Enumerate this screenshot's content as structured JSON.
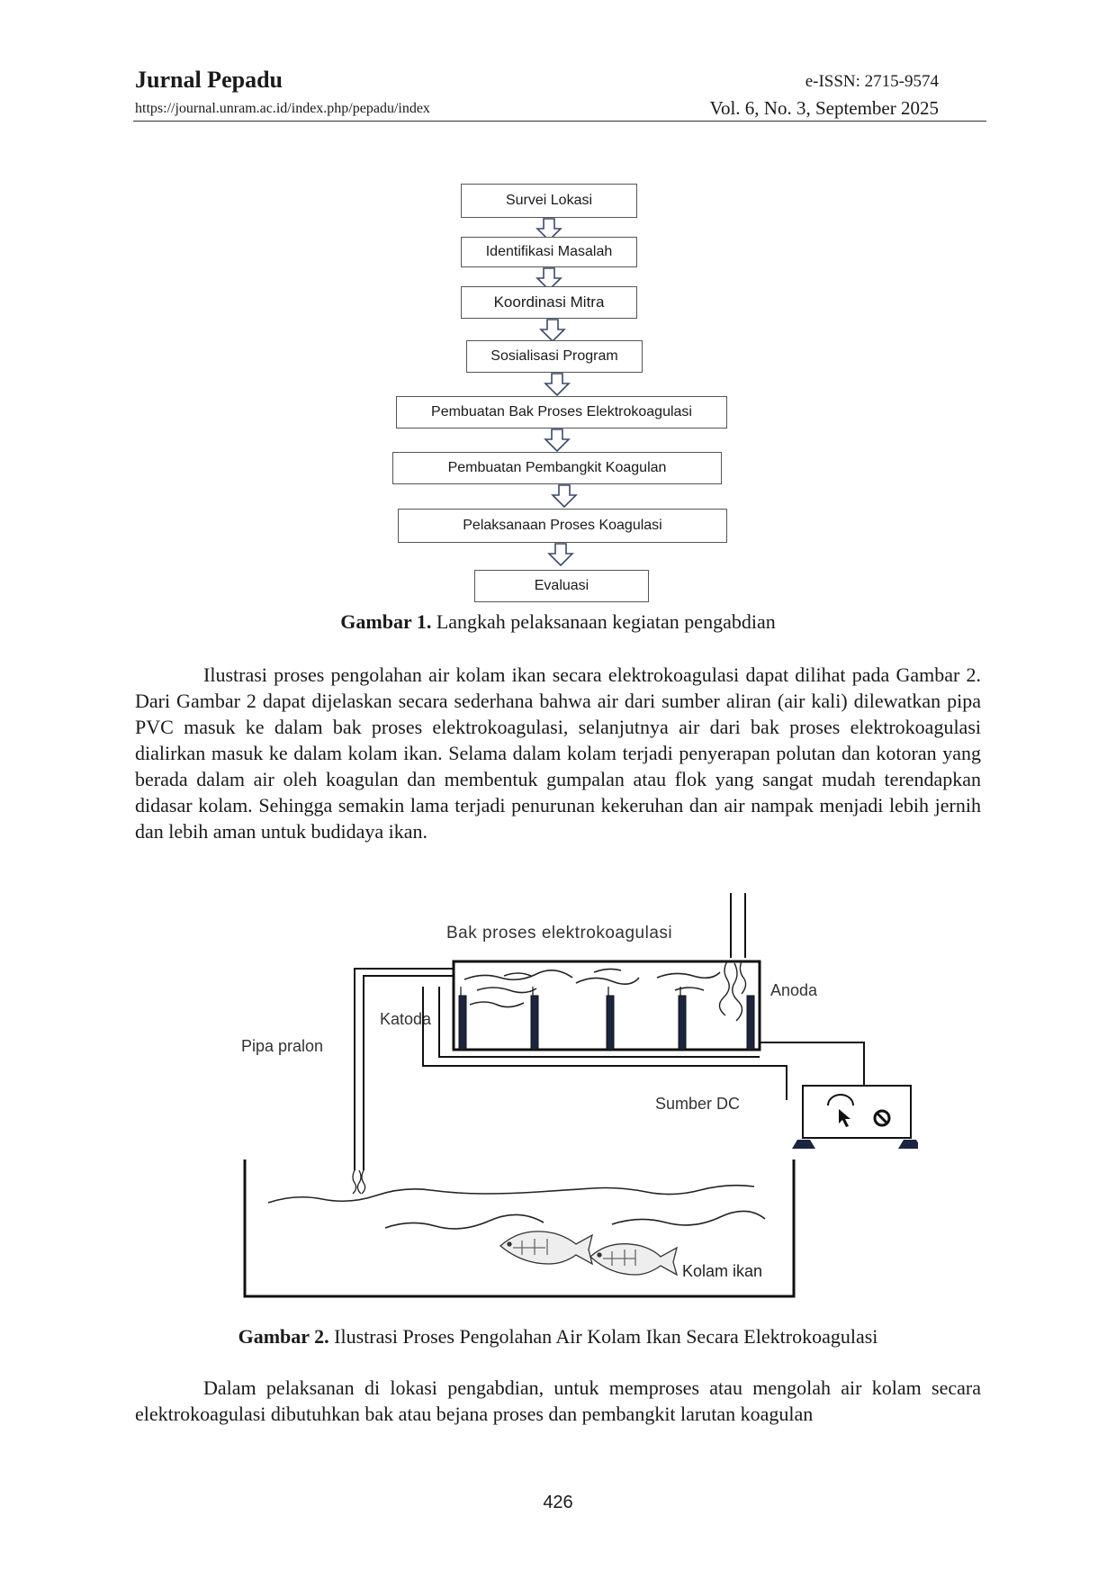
{
  "header": {
    "journal": "Jurnal Pepadu",
    "url": "https://journal.unram.ac.id/index.php/pepadu/index",
    "issn": "e-ISSN: 2715-9574",
    "volume": "Vol. 6, No. 3, September 2025"
  },
  "flowchart": {
    "steps": [
      "Survei Lokasi",
      "Identifikasi Masalah",
      "Koordinasi Mitra",
      "Sosialisasi Program",
      "Pembuatan Bak Proses Elektrokoagulasi",
      "Pembuatan Pembangkit  Koagulan",
      "Pelaksanaan Proses  Koagulasi",
      "Evaluasi"
    ]
  },
  "figure1": {
    "label": "Gambar 1.",
    "text": "Langkah pelaksanaan kegiatan pengabdian"
  },
  "paragraph1": "Ilustrasi proses pengolahan air kolam ikan secara elektrokoagulasi dapat dilihat pada Gambar 2.  Dari Gambar 2 dapat dijelaskan secara sederhana bahwa air dari sumber aliran (air kali) dilewatkan pipa PVC masuk ke dalam bak proses elektrokoagulasi, selanjutnya air dari bak proses elektrokoagulasi dialirkan masuk ke dalam kolam ikan. Selama dalam kolam terjadi penyerapan polutan dan kotoran yang berada dalam air oleh koagulan dan membentuk gumpalan atau flok yang sangat mudah terendapkan didasar kolam. Sehingga semakin lama terjadi penurunan kekeruhan dan air nampak menjadi lebih jernih dan lebih aman untuk budidaya ikan.",
  "illustration": {
    "tank_label": "Bak proses elektrokoagulasi",
    "cathode_label": "Katoda",
    "anode_label": "Anoda",
    "pipe_label": "Pipa pralon",
    "dc_label": "Sumber DC",
    "pond_label": "Kolam ikan"
  },
  "figure2": {
    "label": "Gambar 2.",
    "text": "Ilustrasi Proses Pengolahan Air Kolam Ikan Secara Elektrokoagulasi"
  },
  "paragraph2": "Dalam pelaksanan di lokasi pengabdian, untuk memproses atau mengolah air kolam secara elektrokoagulasi dibutuhkan bak atau bejana proses dan pembangkit larutan koagulan",
  "page_number": "426"
}
